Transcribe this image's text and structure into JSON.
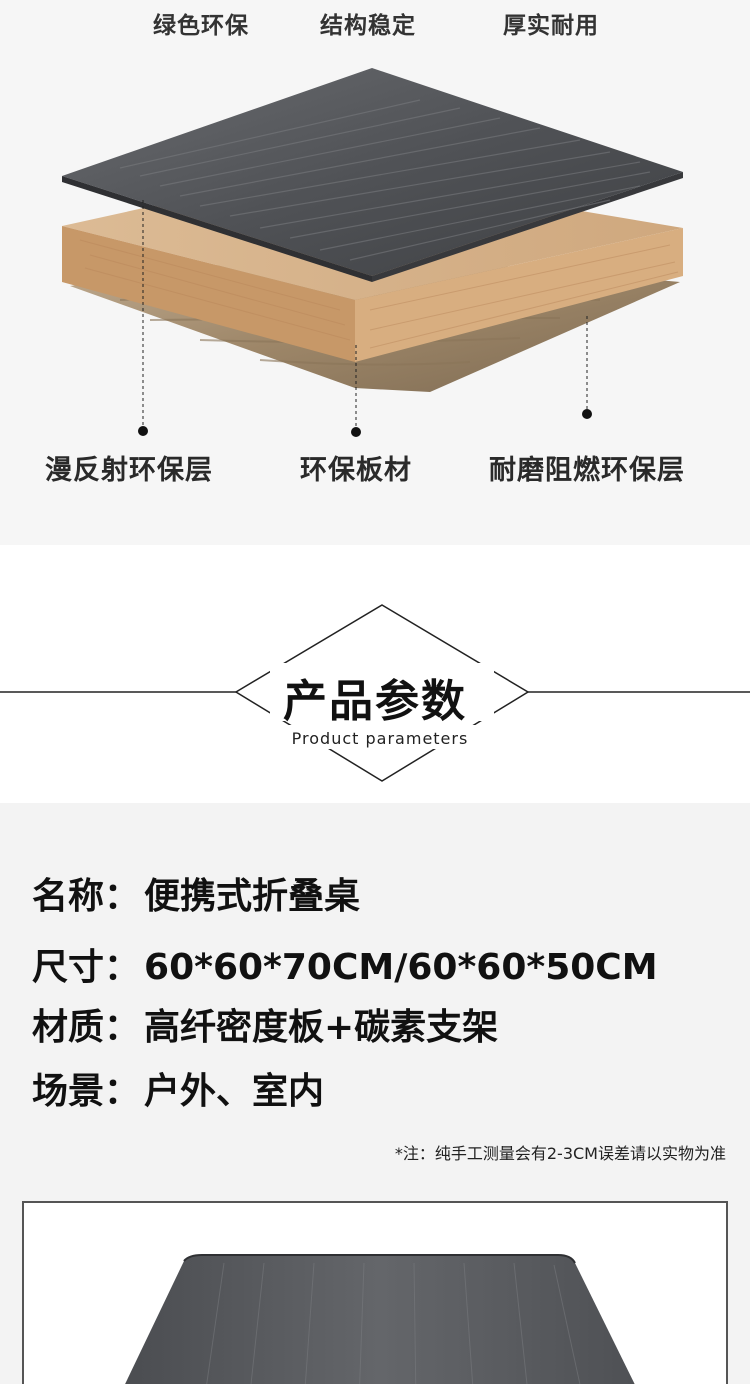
{
  "features": [
    "绿色环保",
    "结构稳定",
    "厚实耐用"
  ],
  "layers": [
    "漫反射环保层",
    "环保板材",
    "耐磨阻燃环保层"
  ],
  "section": {
    "title_cn": "产品参数",
    "title_en": "Product parameters"
  },
  "params": [
    {
      "label": "名称：",
      "value": "便携式折叠桌"
    },
    {
      "label": "尺寸：",
      "value": "60*60*70CM/60*60*50CM"
    },
    {
      "label": "材质：",
      "value": "高纤密度板+碳素支架"
    },
    {
      "label": "场景：",
      "value": "户外、室内"
    }
  ],
  "note": "*注：纯手工测量会有2-3CM误差请以实物为准",
  "colors": {
    "top_layer": "#5a5c5f",
    "board_edge": "#c99b6f",
    "board_top": "#d8b48d",
    "bottom_layer": "#a89275"
  }
}
